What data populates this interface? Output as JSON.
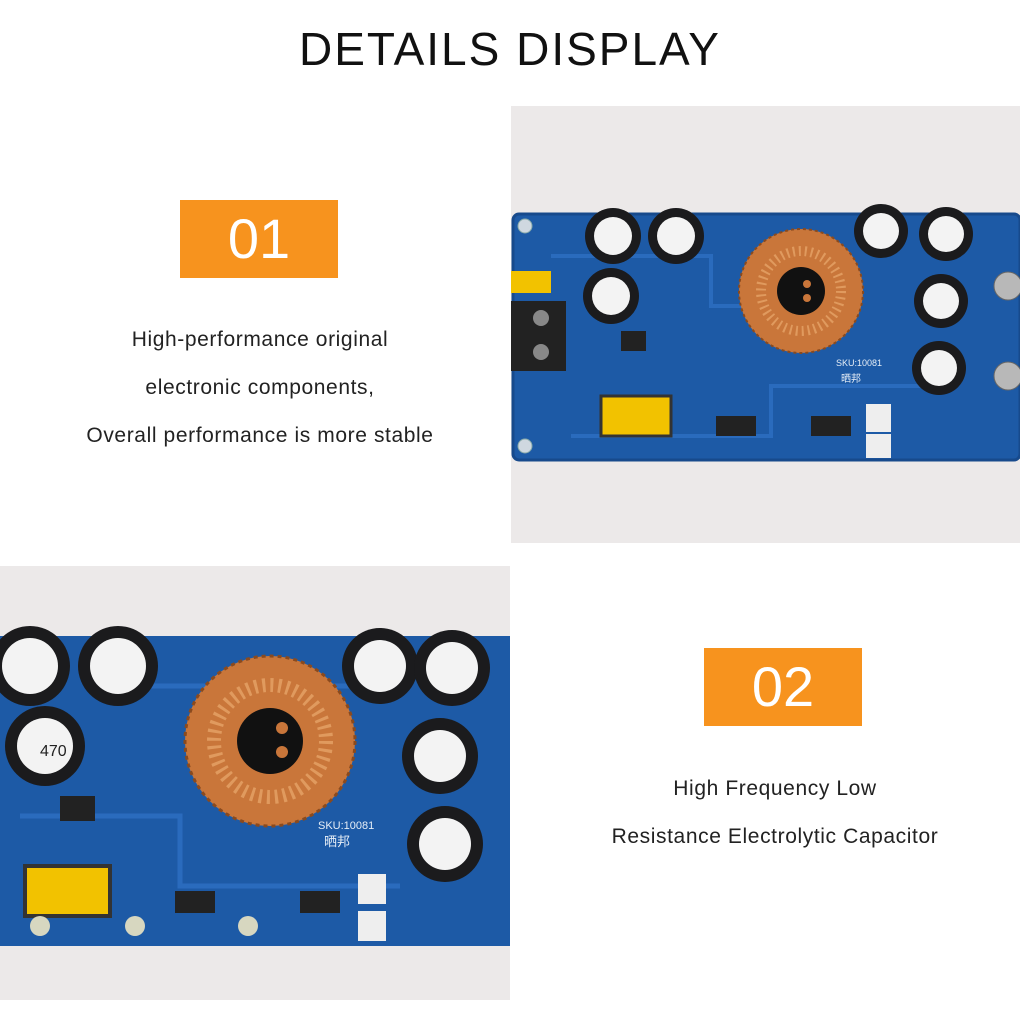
{
  "header": {
    "title": "DETAILS DISPLAY"
  },
  "features": [
    {
      "number": "01",
      "lines": [
        "High-performance original",
        "electronic components,",
        "Overall performance is more stable"
      ]
    },
    {
      "number": "02",
      "lines": [
        "High Frequency Low",
        "Resistance Electrolytic Capacitor"
      ]
    }
  ],
  "photo": {
    "sku_label": "SKU:10081",
    "maker_label": "晒邦",
    "capacitor_label": "470",
    "colors": {
      "pcb": "#1d5aa6",
      "pcb_dark": "#174a8c",
      "coil": "#c9763a",
      "capacitor": "#1b1b1d",
      "badge": "#f7931e",
      "transformer": "#f2c200"
    }
  }
}
